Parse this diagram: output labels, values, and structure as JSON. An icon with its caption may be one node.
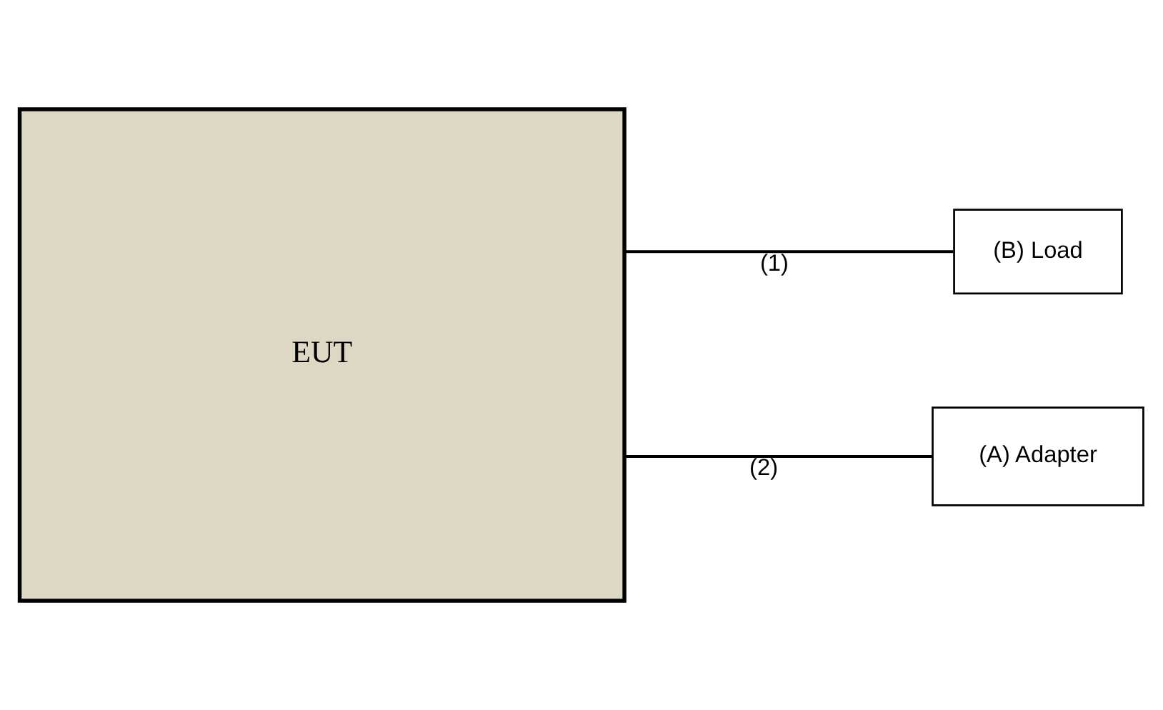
{
  "diagram": {
    "nodes": [
      {
        "text": [
          "EUT"
        ]
      },
      {
        "text": [
          "(B) Load"
        ]
      },
      {
        "text": [
          "(A) Adapter"
        ]
      }
    ],
    "edges": [
      {
        "from": 0,
        "to": 1,
        "arrow": "none",
        "label": "(1)"
      },
      {
        "from": 0,
        "to": 2,
        "arrow": "none",
        "label": "(2)"
      }
    ]
  }
}
